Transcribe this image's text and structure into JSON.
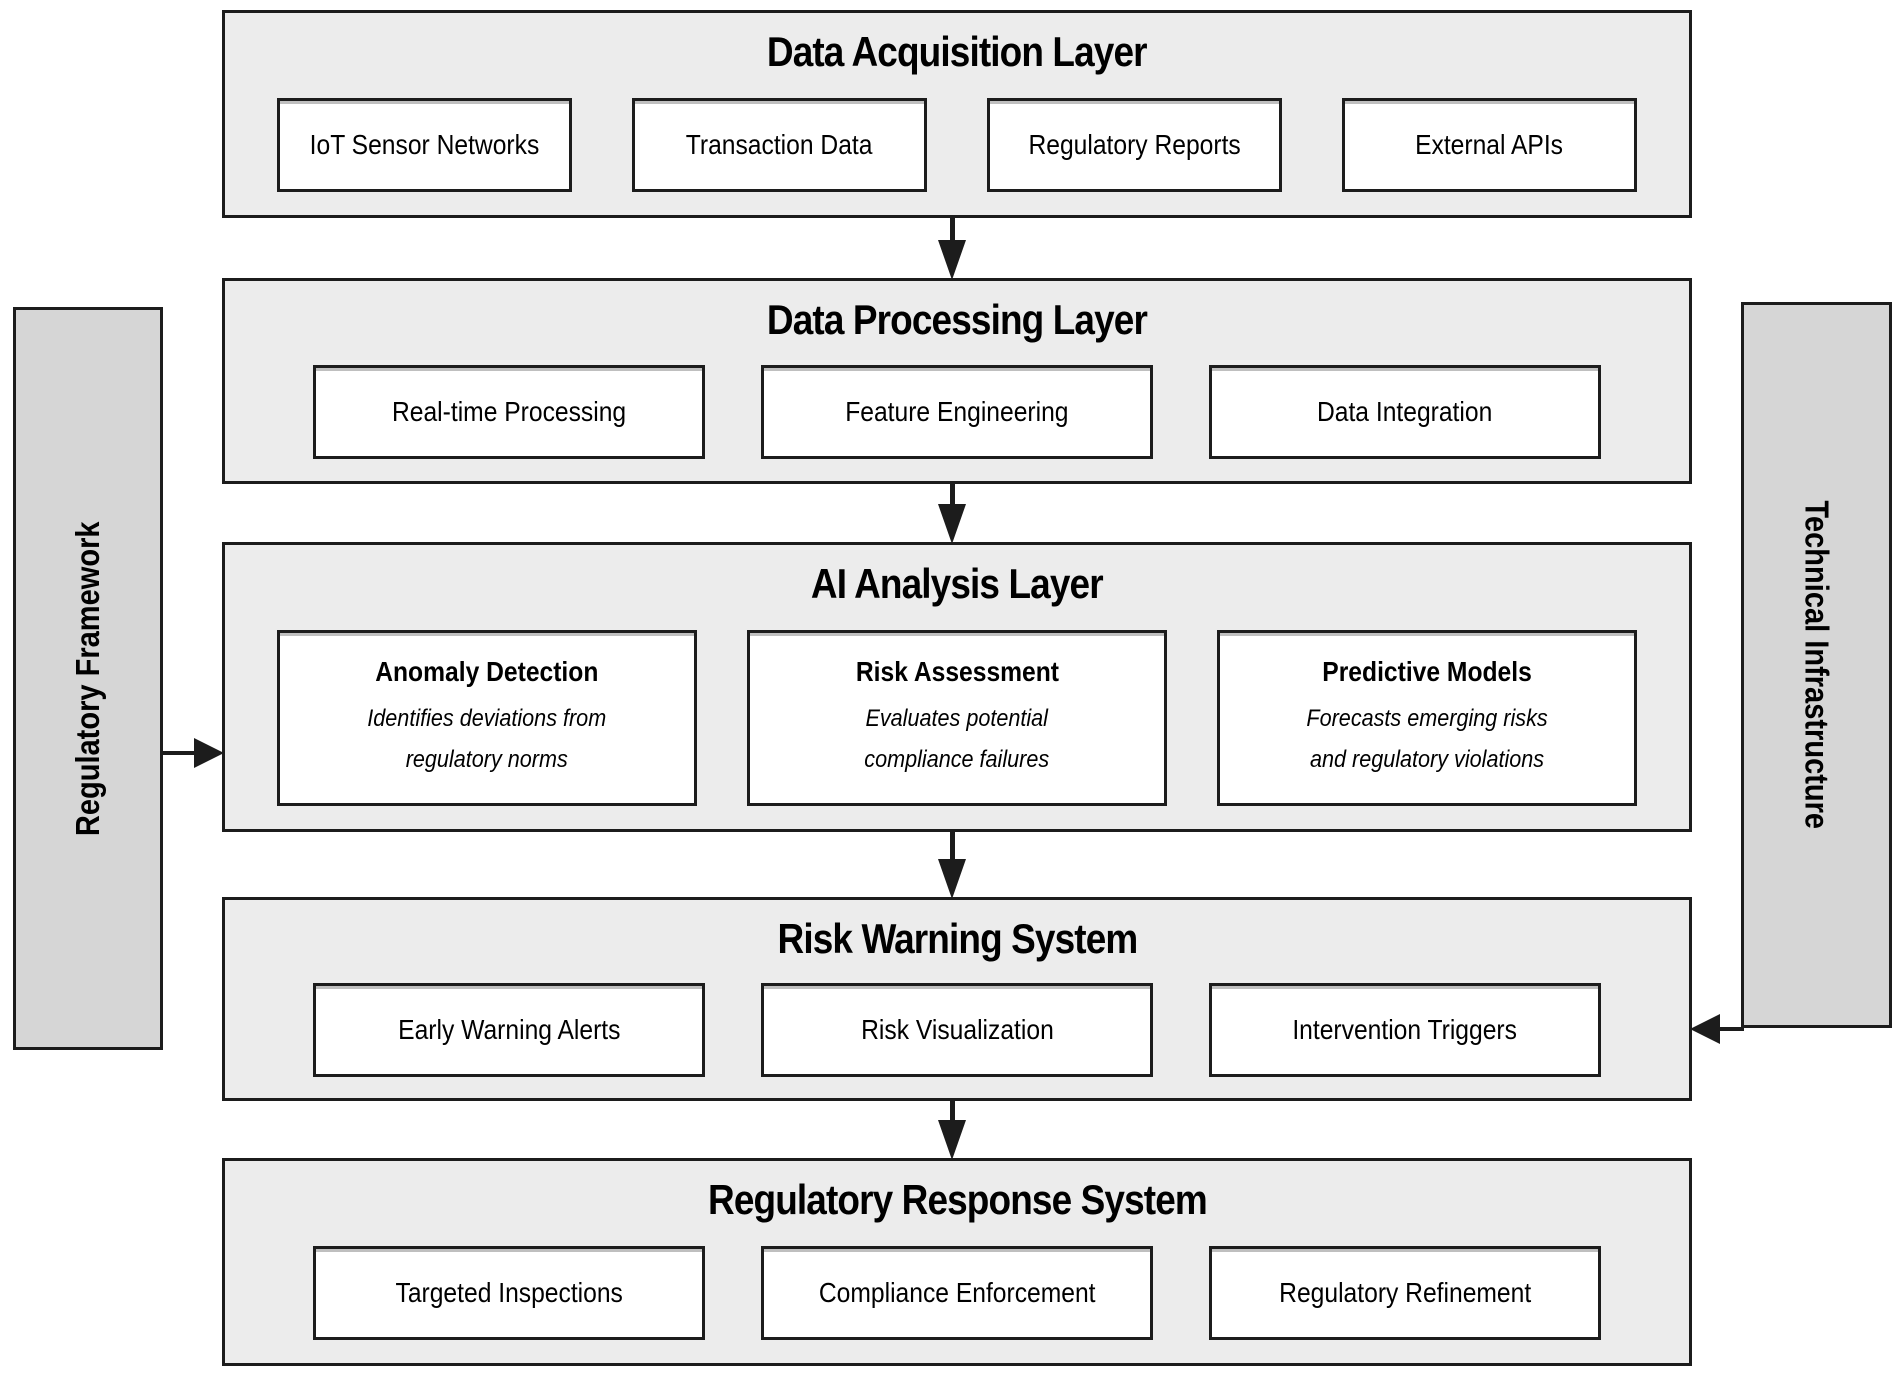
{
  "colors": {
    "layer_bg": "#ececec",
    "sidebar_bg": "#d6d6d6",
    "box_bg": "#ffffff",
    "line": "#1c1c1c"
  },
  "sidebars": {
    "left": {
      "label": "Regulatory Framework"
    },
    "right": {
      "label": "Technical Infrastructure"
    }
  },
  "layers": [
    {
      "title": "Data Acquisition Layer",
      "items": [
        {
          "label": "IoT Sensor Networks"
        },
        {
          "label": "Transaction Data"
        },
        {
          "label": "Regulatory Reports"
        },
        {
          "label": "External APIs"
        }
      ]
    },
    {
      "title": "Data Processing Layer",
      "items": [
        {
          "label": "Real-time Processing"
        },
        {
          "label": "Feature Engineering"
        },
        {
          "label": "Data Integration"
        }
      ]
    },
    {
      "title": "AI Analysis Layer",
      "items": [
        {
          "label": "Anomaly Detection",
          "desc": "Identifies deviations from\nregulatory norms"
        },
        {
          "label": "Risk Assessment",
          "desc": "Evaluates potential\ncompliance failures"
        },
        {
          "label": "Predictive Models",
          "desc": "Forecasts emerging risks\nand regulatory violations"
        }
      ]
    },
    {
      "title": "Risk Warning System",
      "items": [
        {
          "label": "Early Warning Alerts"
        },
        {
          "label": "Risk Visualization"
        },
        {
          "label": "Intervention Triggers"
        }
      ]
    },
    {
      "title": "Regulatory Response System",
      "items": [
        {
          "label": "Targeted Inspections"
        },
        {
          "label": "Compliance Enforcement"
        },
        {
          "label": "Regulatory Refinement"
        }
      ]
    }
  ]
}
